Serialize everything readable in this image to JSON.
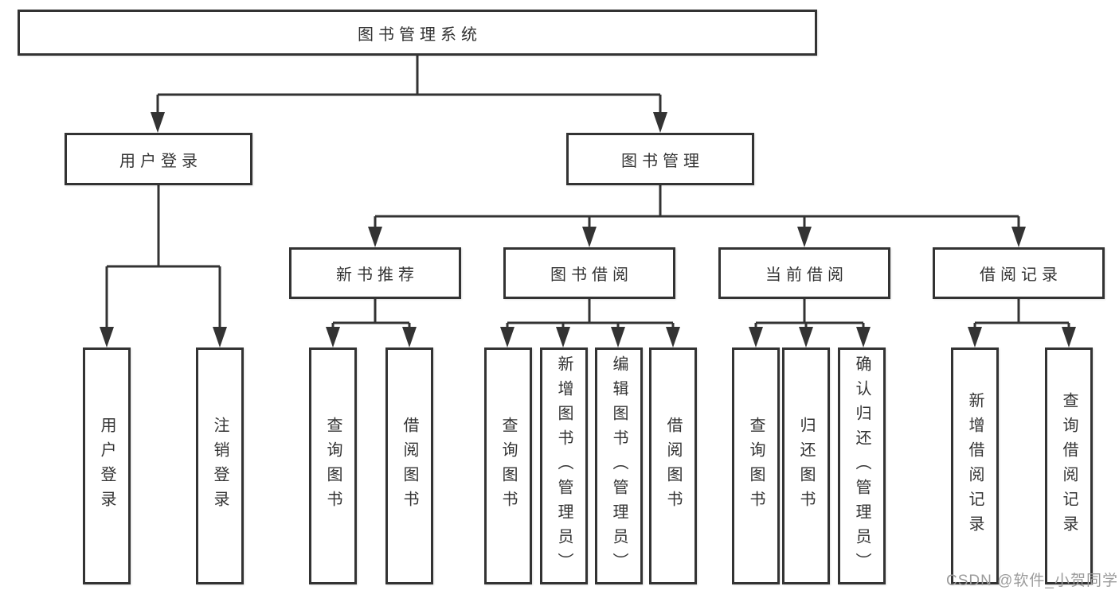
{
  "diagram": {
    "type": "hierarchy-tree",
    "orientation": "top-down"
  },
  "nodes": {
    "root": {
      "label": "图书管理系统"
    },
    "user_login": {
      "label": "用户登录"
    },
    "book_mgmt": {
      "label": "图书管理"
    },
    "new_book_rec": {
      "label": "新书推荐"
    },
    "book_borrow": {
      "label": "图书借阅"
    },
    "current_borrow": {
      "label": "当前借阅"
    },
    "borrow_records": {
      "label": "借阅记录"
    },
    "leaf_user_login": {
      "label": "用户登录"
    },
    "leaf_logout": {
      "label": "注销登录"
    },
    "leaf_query_books_newrec": {
      "label": "查询图书"
    },
    "leaf_borrow_books_newrec": {
      "label": "借阅图书"
    },
    "leaf_query_books_borrow": {
      "label": "查询图书"
    },
    "leaf_add_books": {
      "label": "新增图书（管理员）"
    },
    "leaf_edit_books": {
      "label": "编辑图书（管理员）"
    },
    "leaf_borrow_books_borrow": {
      "label": "借阅图书"
    },
    "leaf_query_books_current": {
      "label": "查询图书"
    },
    "leaf_return_books": {
      "label": "归还图书"
    },
    "leaf_confirm_return": {
      "label": "确认归还（管理员）"
    },
    "leaf_add_record": {
      "label": "新增借阅记录"
    },
    "leaf_query_record": {
      "label": "查询借阅记录"
    }
  },
  "hierarchy": {
    "图书管理系统": {
      "用户登录": [
        "用户登录",
        "注销登录"
      ],
      "图书管理": {
        "新书推荐": [
          "查询图书",
          "借阅图书"
        ],
        "图书借阅": [
          "查询图书",
          "新增图书（管理员）",
          "编辑图书（管理员）",
          "借阅图书"
        ],
        "当前借阅": [
          "查询图书",
          "归还图书",
          "确认归还（管理员）"
        ],
        "借阅记录": [
          "新增借阅记录",
          "查询借阅记录"
        ]
      }
    }
  },
  "watermark": {
    "text": "CSDN @软件_小贺同学"
  },
  "colors": {
    "line": "#333333",
    "text": "#333333",
    "background": "#ffffff",
    "watermark": "#9b9b9b"
  }
}
